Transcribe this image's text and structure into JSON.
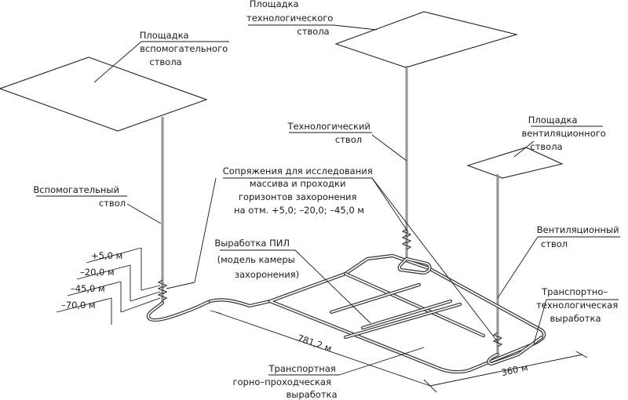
{
  "labels": {
    "aux_pad": [
      "Площадка",
      "вспомогательного",
      "ствола"
    ],
    "tech_pad": [
      "Площадка",
      "технологического",
      "ствола"
    ],
    "vent_pad": [
      "Площадка",
      "вентиляционного",
      "ствола"
    ],
    "tech_shaft": [
      "Технологический",
      "ствол"
    ],
    "aux_shaft": [
      "Вспомогательный",
      "ствол"
    ],
    "vent_shaft": [
      "Вентиляционный",
      "ствол"
    ],
    "junctions": [
      "Сопряжения для исследования",
      "массива и проходки",
      "горизонтов захоронения",
      "на отм. +5,0;  –20,0;  –45,0 м"
    ],
    "pil": [
      "Выработка ПИЛ",
      "(модель камеры",
      "захоронения)"
    ],
    "transport_tech": [
      "Транспортно–",
      "технологическая",
      "выработка"
    ],
    "transport_mine": [
      "Транспортная",
      "горно–проходческая",
      "выработка"
    ],
    "levels": [
      "+5,0 м",
      "–20,0 м",
      "–45,0 м",
      "–70,0 м"
    ],
    "dim_length": "781,2 м",
    "dim_width": "360 м"
  }
}
